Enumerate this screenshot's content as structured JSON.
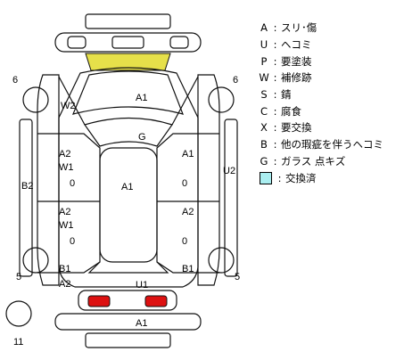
{
  "legend": {
    "items": [
      {
        "code": "A",
        "label": "スリ･傷"
      },
      {
        "code": "U",
        "label": "ヘコミ"
      },
      {
        "code": "P",
        "label": "要塗装"
      },
      {
        "code": "W",
        "label": "補修跡"
      },
      {
        "code": "S",
        "label": "錆"
      },
      {
        "code": "C",
        "label": "腐食"
      },
      {
        "code": "X",
        "label": "要交換"
      },
      {
        "code": "B",
        "label": "他の瑕疵を伴うヘコミ"
      },
      {
        "code": "G",
        "label": "ガラス 点キズ"
      }
    ],
    "separator": ":",
    "replaced_label": "交換済",
    "replaced_color": "#aaeef0"
  },
  "marks": {
    "front_bumper_color": "#e6e04a",
    "rear_lights_color": "#dd1111"
  },
  "labels": {
    "hood": "A1",
    "windshield": "G",
    "roof": "A1",
    "left_fender": "W2",
    "left_front_door_1": "A2",
    "left_front_door_2": "W1",
    "left_front_door_3": "0",
    "left_rear_door_1": "A2",
    "left_rear_door_2": "W1",
    "left_rear_door_3": "0",
    "right_front_door_1": "A1",
    "right_front_door_2": "0",
    "right_rear_door_1": "A2",
    "right_rear_door_2": "0",
    "left_sill": "B2",
    "right_sill": "U2",
    "left_quarter_1": "B1",
    "left_quarter_2": "A2",
    "right_quarter": "B1",
    "trunk": "U1",
    "rear_bumper": "A1",
    "wheel_front_left": "6",
    "wheel_front_right": "6",
    "wheel_rear_left": "5",
    "wheel_rear_right": "5",
    "spare_wheel": "11"
  }
}
